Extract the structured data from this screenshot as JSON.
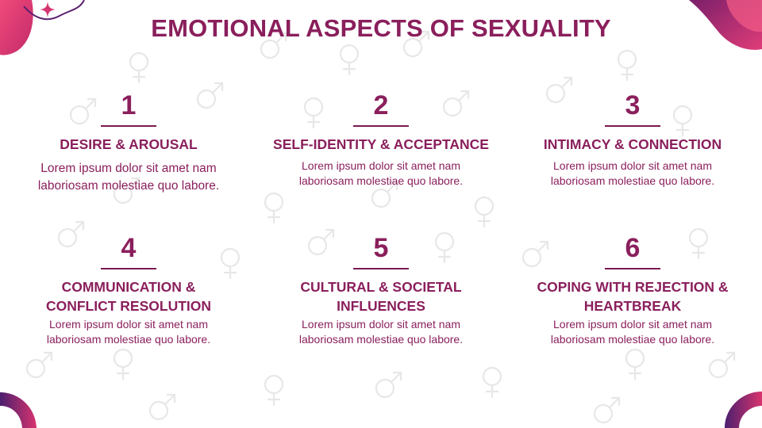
{
  "slide": {
    "title": "EMOTIONAL ASPECTS OF SEXUALITY",
    "items": [
      {
        "number": "1",
        "heading": "DESIRE & AROUSAL",
        "body": "Lorem ipsum dolor sit amet nam laboriosam molestiae quo labore."
      },
      {
        "number": "2",
        "heading": "SELF-IDENTITY & ACCEPTANCE",
        "body": "Lorem ipsum dolor sit amet nam laboriosam molestiae quo labore."
      },
      {
        "number": "3",
        "heading": "INTIMACY & CONNECTION",
        "body": "Lorem ipsum dolor sit amet nam laboriosam molestiae quo labore."
      },
      {
        "number": "4",
        "heading": "COMMUNICATION & CONFLICT RESOLUTION",
        "body": "Lorem ipsum dolor sit amet nam laboriosam molestiae quo labore."
      },
      {
        "number": "5",
        "heading": "CULTURAL & SOCIETAL INFLUENCES",
        "body": "Lorem ipsum dolor sit amet nam laboriosam molestiae quo labore."
      },
      {
        "number": "6",
        "heading": "COPING WITH REJECTION & HEARTBREAK",
        "body": "Lorem ipsum dolor sit amet nam laboriosam molestiae quo labore."
      }
    ]
  },
  "colors": {
    "primary": "#8a1f5c",
    "accent_pink": "#e23a78",
    "accent_purple": "#5a1f6e",
    "background": "#ffffff"
  },
  "icons": [
    "male-symbol-icon",
    "female-symbol-icon",
    "sparkle-star-icon"
  ]
}
